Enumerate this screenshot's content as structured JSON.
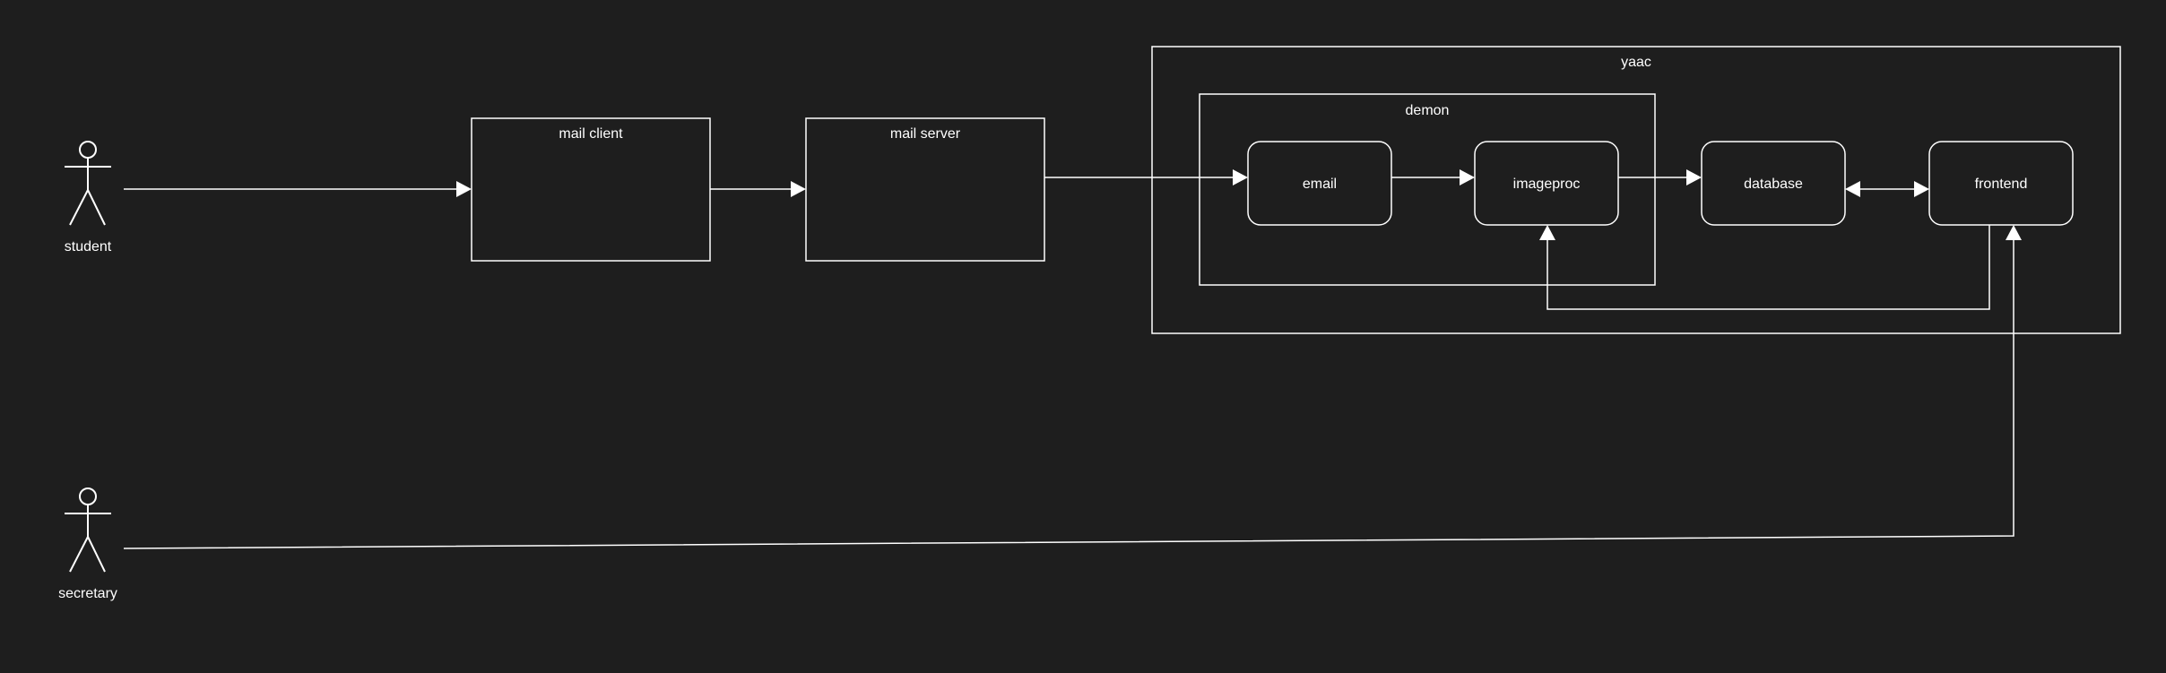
{
  "colors": {
    "background": "#1e1e1e",
    "stroke": "#ffffff"
  },
  "actors": {
    "student": {
      "label": "student",
      "icon": "stick-figure-icon"
    },
    "secretary": {
      "label": "secretary",
      "icon": "stick-figure-icon"
    }
  },
  "containers": {
    "yaac": {
      "label": "yaac"
    },
    "demon": {
      "label": "demon"
    },
    "mail_client": {
      "label": "mail client"
    },
    "mail_server": {
      "label": "mail server"
    }
  },
  "nodes": {
    "email": {
      "label": "email"
    },
    "imageproc": {
      "label": "imageproc"
    },
    "database": {
      "label": "database"
    },
    "frontend": {
      "label": "frontend"
    }
  },
  "edges": [
    {
      "from": "student",
      "to": "mail client"
    },
    {
      "from": "mail client",
      "to": "mail server"
    },
    {
      "from": "mail server",
      "to": "email"
    },
    {
      "from": "email",
      "to": "imageproc"
    },
    {
      "from": "imageproc",
      "to": "database"
    },
    {
      "from": "database",
      "to": "frontend",
      "bidirectional": true
    },
    {
      "from": "frontend",
      "to": "imageproc"
    },
    {
      "from": "secretary",
      "to": "frontend"
    }
  ]
}
